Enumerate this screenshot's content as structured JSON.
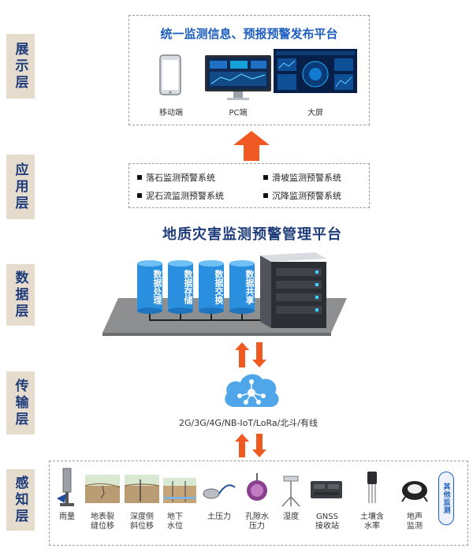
{
  "layers": {
    "display": "展示层",
    "application": "应用层",
    "data": "数据层",
    "transport": "传输层",
    "perception": "感知层"
  },
  "display": {
    "title": "统一监测信息、预报预警发布平台",
    "devices": [
      {
        "label": "移动端",
        "icon": "mobile-phone-icon"
      },
      {
        "label": "PC端",
        "icon": "desktop-monitor-icon"
      },
      {
        "label": "大屏",
        "icon": "large-screen-icon"
      }
    ]
  },
  "application": {
    "systems": [
      "落石监测预警系统",
      "滑坡监测预警系统",
      "泥石流监测预警系统",
      "沉降监测预警系统"
    ]
  },
  "platform": {
    "title": "地质灾害监测预警管理平台"
  },
  "data": {
    "functions": [
      "数据处理",
      "数据存储",
      "数据交换",
      "数据共享"
    ],
    "server_icon": "server-icon"
  },
  "transport": {
    "icon": "cloud-network-icon",
    "protocols": "2G/3G/4G/NB-IoT/LoRa/北斗/有线"
  },
  "perception": {
    "sensors": [
      {
        "label": "雨量",
        "icon": "rain-gauge-icon"
      },
      {
        "label": "地表裂缝位移",
        "icon": "surface-crack-icon"
      },
      {
        "label": "深度侧斜位移",
        "icon": "deep-inclinometer-icon"
      },
      {
        "label": "地下水位",
        "icon": "groundwater-level-icon"
      },
      {
        "label": "土压力",
        "icon": "earth-pressure-cell-icon"
      },
      {
        "label": "孔隙水压力",
        "icon": "pore-pressure-icon"
      },
      {
        "label": "湿度",
        "icon": "humidity-sensor-icon"
      },
      {
        "label": "GNSS接收站",
        "icon": "gnss-receiver-icon"
      },
      {
        "label": "土壤含水率",
        "icon": "soil-moisture-icon"
      },
      {
        "label": "地声监测",
        "icon": "ground-sound-icon"
      }
    ],
    "other": "其他监测"
  },
  "colors": {
    "label_bg": "#e6dccd",
    "label_text": "#1f3d7a",
    "accent_blue": "#1f5fbf",
    "arrow_orange": "#f05a22",
    "cylinder_blue": "#2b8fe0"
  }
}
